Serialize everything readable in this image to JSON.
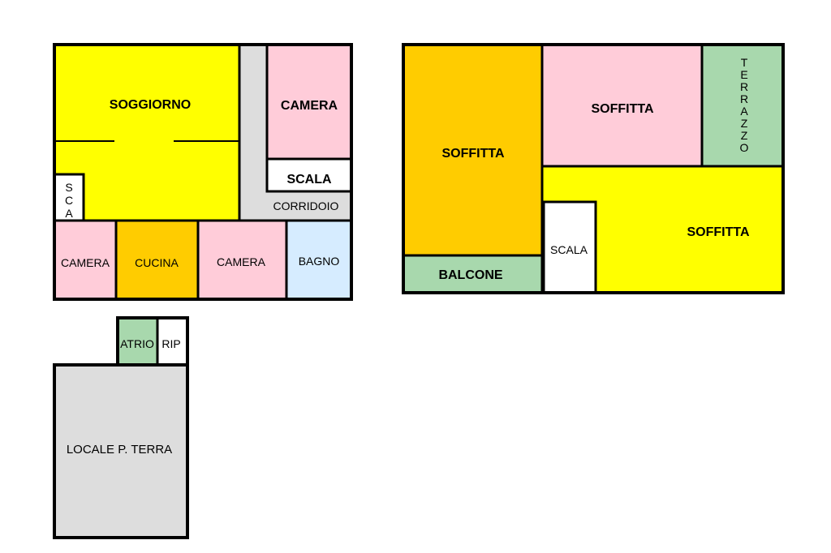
{
  "floor_plan_1": {
    "soggiorno": "SOGGIORNO",
    "camera_top": "CAMERA",
    "scala_top": "SCALA",
    "corridoio": "CORRIDOIO",
    "scala_side": [
      "S",
      "C",
      "A"
    ],
    "camera_left": "CAMERA",
    "cucina": "CUCINA",
    "camera_mid": "CAMERA",
    "bagno": "BAGNO"
  },
  "floor_plan_2": {
    "soffitta_left": "SOFFITTA",
    "soffitta_top": "SOFFITTA",
    "terrazzo": [
      "T",
      "E",
      "R",
      "R",
      "A",
      "Z",
      "Z",
      "O"
    ],
    "soffitta_right": "SOFFITTA",
    "scala": "SCALA",
    "balcone": "BALCONE"
  },
  "floor_plan_3": {
    "atrio": "ATRIO",
    "rip": "RIP",
    "locale": "LOCALE P. TERRA"
  },
  "colors": {
    "yellow": "#ffff00",
    "pink": "#ffccd9",
    "orange": "#ffcc00",
    "green": "#a8d8ad",
    "light_blue": "#d6ecff",
    "gray": "#dddddd",
    "white": "#ffffff",
    "wall": "#000000"
  }
}
